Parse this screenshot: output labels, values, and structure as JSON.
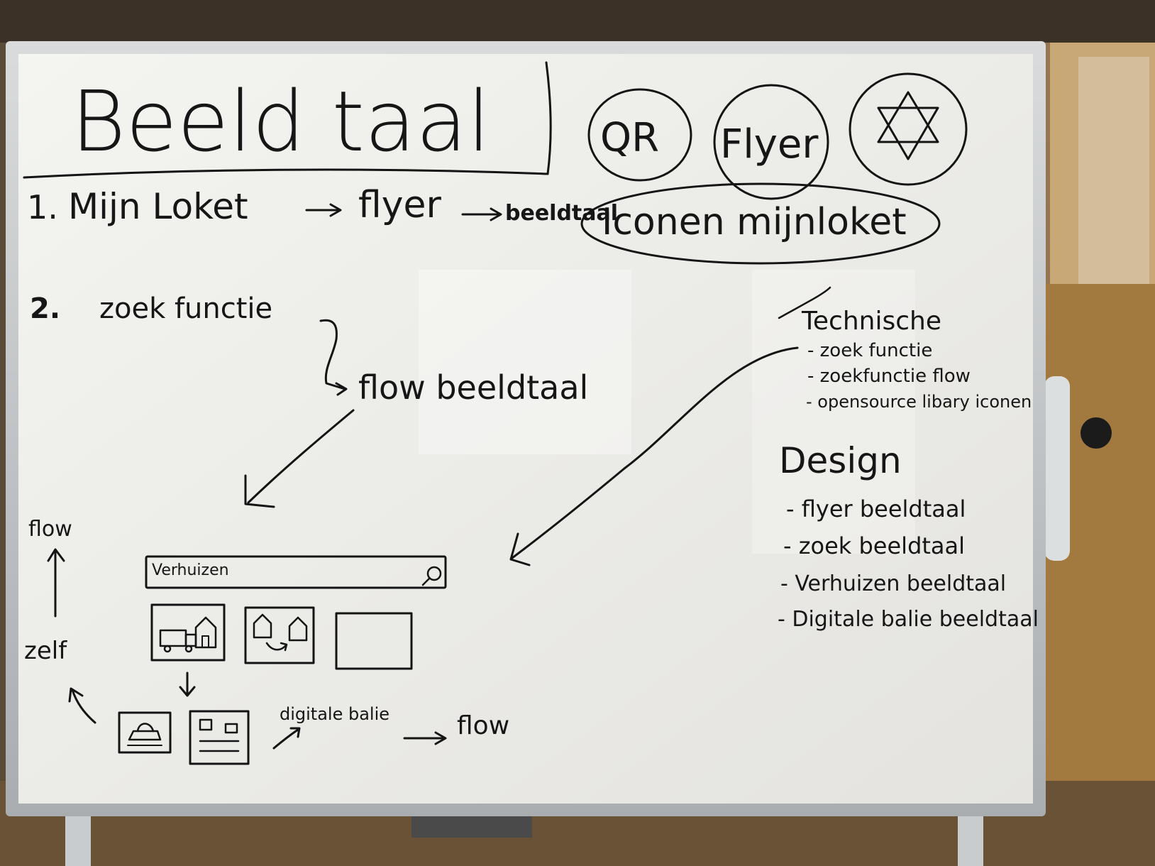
{
  "board": {
    "title": "Beeld taal",
    "circles": {
      "qr": "QR",
      "flyer": "Flyer",
      "star": "star-icon"
    },
    "step1": {
      "number": "1.",
      "from": "Mijn Loket",
      "mid": "flyer",
      "to": "beeldtaal",
      "oval": "Iconen mijnloket"
    },
    "step2": {
      "number": "2.",
      "search": "zoek functie",
      "flow": "flow beeldtaal"
    },
    "technische": {
      "heading": "Technische",
      "items": [
        "- zoek functie",
        "- zoekfunctie flow",
        "- opensource libary iconen"
      ]
    },
    "design": {
      "heading": "Design",
      "items": [
        "- flyer beeldtaal",
        "- zoek beeldtaal",
        "- Verhuizen beeldtaal",
        "- Digitale balie beeldtaal"
      ]
    },
    "sketch": {
      "search_value": "Verhuizen",
      "flow_top": "flow",
      "zelf": "zelf",
      "digitale_balie": "digitale balie",
      "flow_bottom": "flow"
    }
  }
}
